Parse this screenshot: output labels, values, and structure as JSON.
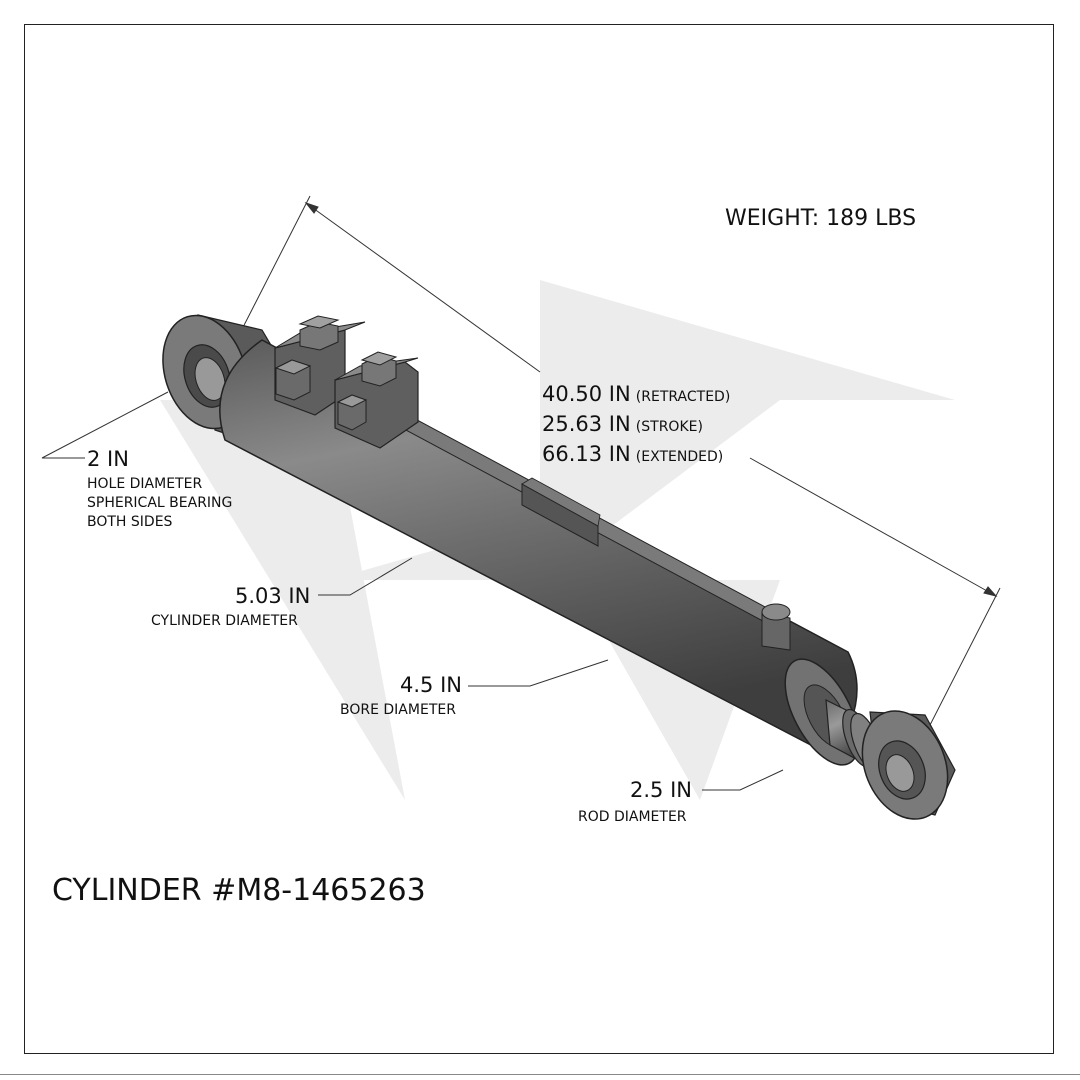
{
  "weight": "WEIGHT: 189 LBS",
  "title": "CYLINDER #M8-1465263",
  "dimensions": {
    "retracted": {
      "value": "40.50 IN",
      "note": "(RETRACTED)"
    },
    "stroke": {
      "value": "25.63 IN",
      "note": "(STROKE)"
    },
    "extended": {
      "value": "66.13 IN",
      "note": "(EXTENDED)"
    }
  },
  "hole": {
    "value": "2 IN",
    "lines": [
      "HOLE DIAMETER",
      "SPHERICAL BEARING",
      "BOTH SIDES"
    ]
  },
  "cylinder_diameter": {
    "value": "5.03 IN",
    "label": "CYLINDER DIAMETER"
  },
  "bore_diameter": {
    "value": "4.5 IN",
    "label": "BORE DIAMETER"
  },
  "rod_diameter": {
    "value": "2.5 IN",
    "label": "ROD DIAMETER"
  },
  "colors": {
    "body": "#6a6a6a",
    "body_dark": "#454545",
    "body_light": "#8c8c8c",
    "watermark": "#ececec",
    "line": "#222222"
  },
  "watermark_icon": "triangle-logo-watermark"
}
